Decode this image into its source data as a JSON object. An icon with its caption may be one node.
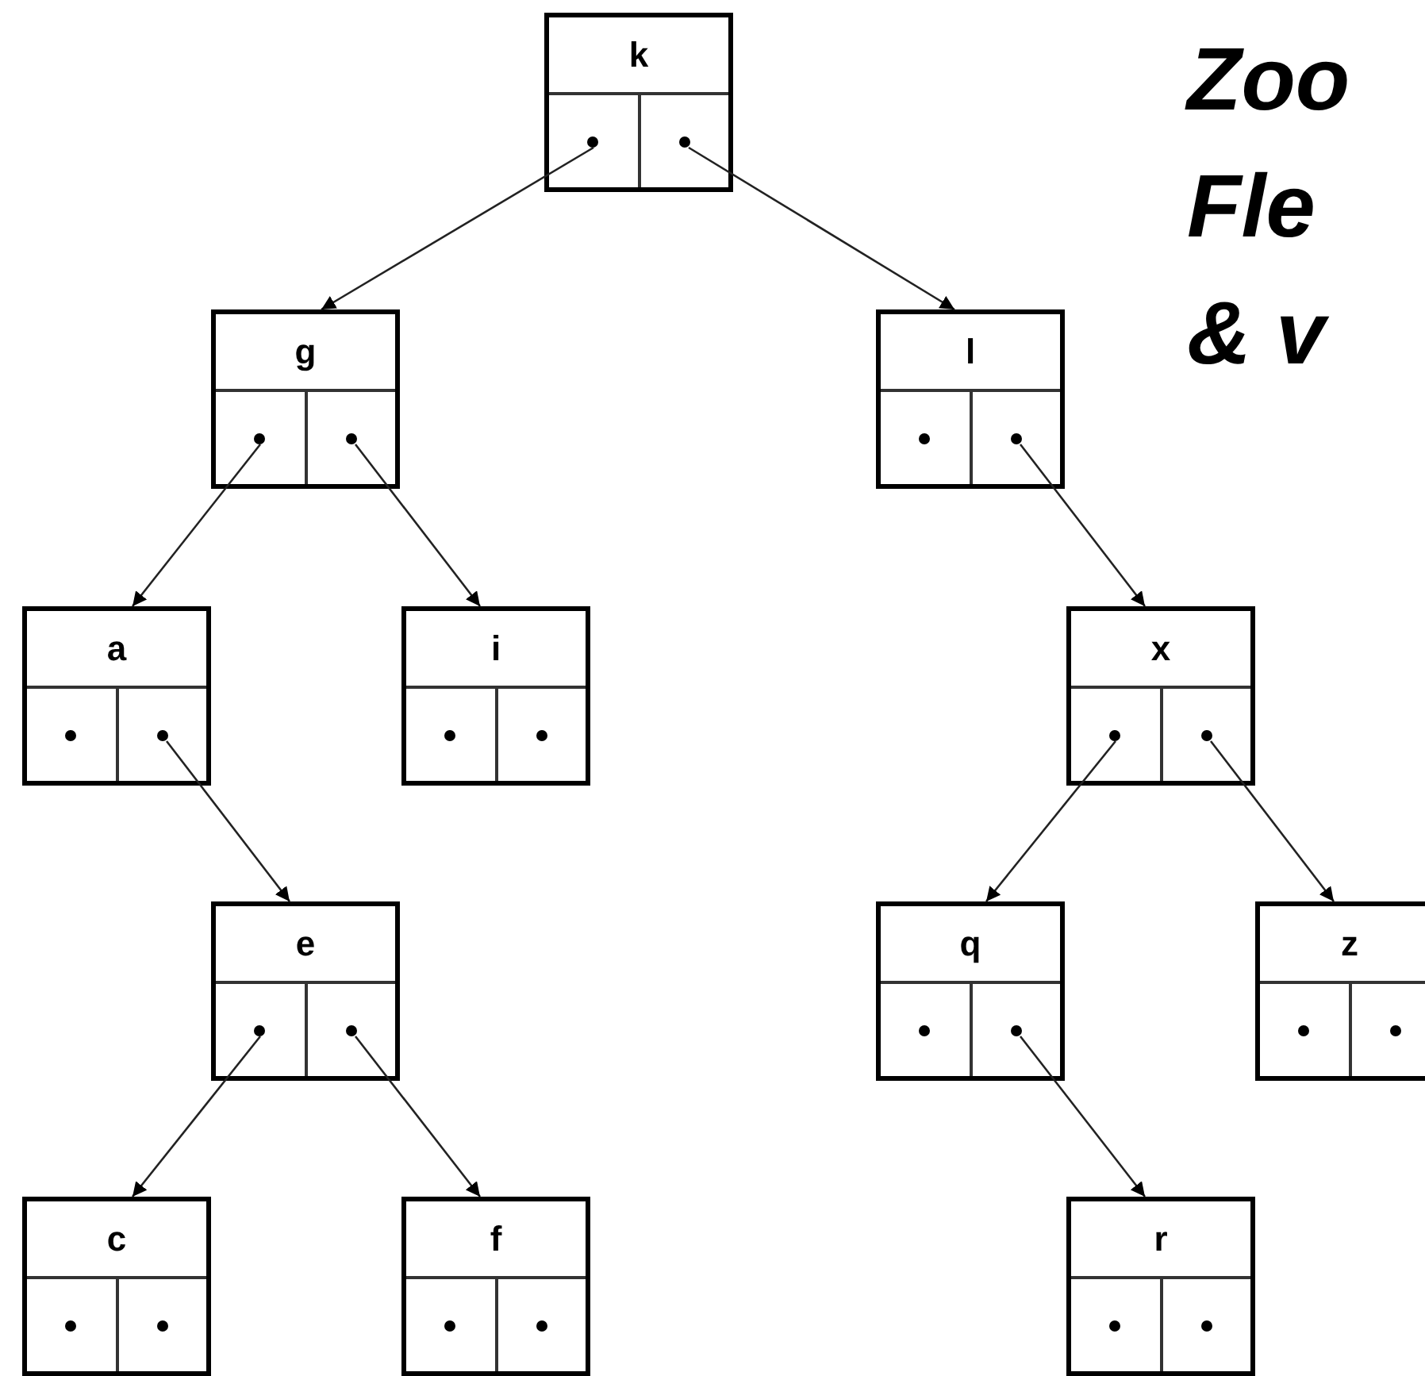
{
  "diagram": {
    "nodes": [
      {
        "text": [
          "k"
        ]
      },
      {
        "text": [
          "g"
        ]
      },
      {
        "text": [
          "l"
        ]
      },
      {
        "text": [
          "a"
        ]
      },
      {
        "text": [
          "i"
        ]
      },
      {
        "text": [
          "x"
        ]
      },
      {
        "text": [
          "e"
        ]
      },
      {
        "text": [
          "q"
        ]
      },
      {
        "text": [
          "z"
        ]
      },
      {
        "text": [
          "c"
        ]
      },
      {
        "text": [
          "f"
        ]
      },
      {
        "text": [
          "r"
        ]
      }
    ],
    "edges": [
      {
        "from": 0,
        "to": 1,
        "arrow": "to"
      },
      {
        "from": 0,
        "to": 2,
        "arrow": "to"
      },
      {
        "from": 1,
        "to": 3,
        "arrow": "to"
      },
      {
        "from": 1,
        "to": 4,
        "arrow": "to"
      },
      {
        "from": 2,
        "to": 5,
        "arrow": "to"
      },
      {
        "from": 3,
        "to": 6,
        "arrow": "to"
      },
      {
        "from": 5,
        "to": 7,
        "arrow": "to"
      },
      {
        "from": 5,
        "to": 8,
        "arrow": "to"
      },
      {
        "from": 6,
        "to": 9,
        "arrow": "to"
      },
      {
        "from": 6,
        "to": 10,
        "arrow": "to"
      },
      {
        "from": 7,
        "to": 11,
        "arrow": "to"
      }
    ],
    "labels": [
      "Zoo",
      "Fle",
      "& v"
    ]
  }
}
